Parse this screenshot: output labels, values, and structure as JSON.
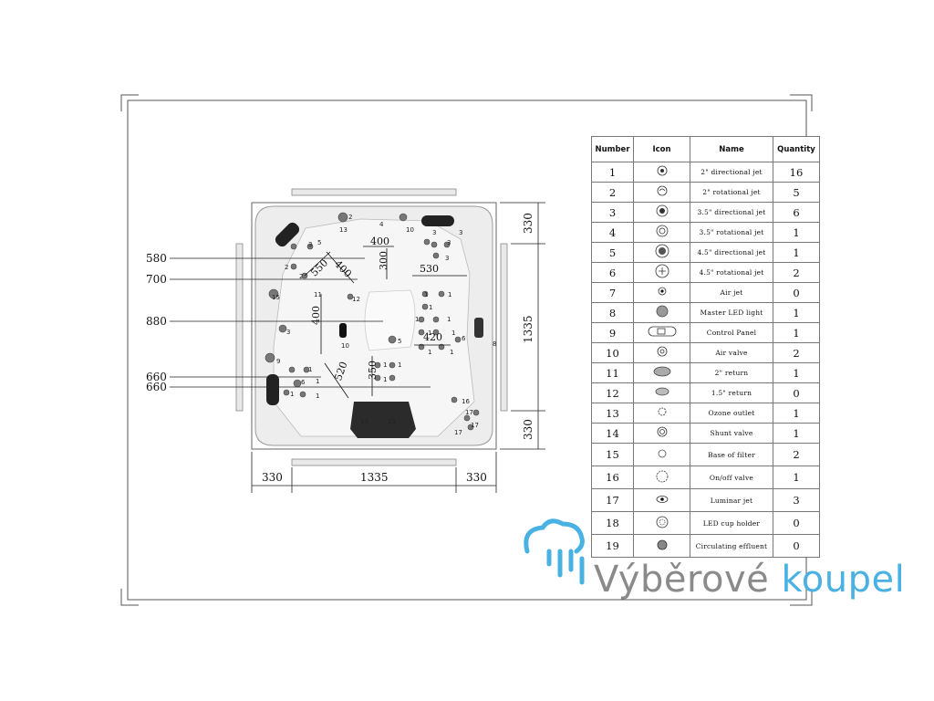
{
  "diagram": {
    "dimensions": {
      "bottom": [
        "330",
        "1335",
        "330"
      ],
      "right": [
        "330",
        "1335",
        "330"
      ],
      "left": [
        "580",
        "700",
        "880",
        "660",
        "660"
      ],
      "inner": [
        "400",
        "550",
        "400",
        "300",
        "530",
        "400",
        "420",
        "520",
        "350"
      ]
    },
    "jet_labels": [
      {
        "t": "1"
      },
      {
        "t": "1"
      },
      {
        "t": "1"
      },
      {
        "t": "1"
      },
      {
        "t": "1"
      },
      {
        "t": "1"
      },
      {
        "t": "1"
      },
      {
        "t": "1"
      },
      {
        "t": "1"
      },
      {
        "t": "1"
      },
      {
        "t": "1"
      },
      {
        "t": "1"
      },
      {
        "t": "1"
      },
      {
        "t": "1"
      },
      {
        "t": "1"
      },
      {
        "t": "1"
      },
      {
        "t": "2"
      },
      {
        "t": "2"
      },
      {
        "t": "2"
      },
      {
        "t": "3"
      },
      {
        "t": "3"
      },
      {
        "t": "3"
      },
      {
        "t": "3"
      },
      {
        "t": "3"
      },
      {
        "t": "3"
      },
      {
        "t": "4"
      },
      {
        "t": "5"
      },
      {
        "t": "5"
      },
      {
        "t": "6"
      },
      {
        "t": "6"
      },
      {
        "t": "8"
      },
      {
        "t": "9"
      },
      {
        "t": "10"
      },
      {
        "t": "10"
      },
      {
        "t": "11"
      },
      {
        "t": "12"
      },
      {
        "t": "13"
      },
      {
        "t": "14"
      },
      {
        "t": "15"
      },
      {
        "t": "15"
      },
      {
        "t": "16"
      },
      {
        "t": "17"
      },
      {
        "t": "17"
      },
      {
        "t": "17"
      }
    ]
  },
  "table": {
    "headers": {
      "number": "Number",
      "icon": "Icon",
      "name": "Name",
      "quantity": "Quantity"
    },
    "rows": [
      {
        "number": "1",
        "icon": "directional-jet-2in-icon",
        "name": "2\" directional jet",
        "quantity": "16"
      },
      {
        "number": "2",
        "icon": "rotational-jet-2in-icon",
        "name": "2\" rotational jet",
        "quantity": "5"
      },
      {
        "number": "3",
        "icon": "directional-jet-35in-icon",
        "name": "3.5\" directional jet",
        "quantity": "6"
      },
      {
        "number": "4",
        "icon": "rotational-jet-35in-icon",
        "name": "3.5\" rotational jet",
        "quantity": "1"
      },
      {
        "number": "5",
        "icon": "directional-jet-45in-icon",
        "name": "4.5\" directional jet",
        "quantity": "1"
      },
      {
        "number": "6",
        "icon": "rotational-jet-45in-icon",
        "name": "4.5\" rotational jet",
        "quantity": "2"
      },
      {
        "number": "7",
        "icon": "air-jet-icon",
        "name": "Air jet",
        "quantity": "0"
      },
      {
        "number": "8",
        "icon": "master-led-light-icon",
        "name": "Master LED light",
        "quantity": "1"
      },
      {
        "number": "9",
        "icon": "control-panel-icon",
        "name": "Control Panel",
        "quantity": "1"
      },
      {
        "number": "10",
        "icon": "air-valve-icon",
        "name": "Air valve",
        "quantity": "2"
      },
      {
        "number": "11",
        "icon": "return-2in-icon",
        "name": "2\"  return",
        "quantity": "1"
      },
      {
        "number": "12",
        "icon": "return-15in-icon",
        "name": "1.5\"  return",
        "quantity": "0"
      },
      {
        "number": "13",
        "icon": "ozone-outlet-icon",
        "name": "Ozone outlet",
        "quantity": "1"
      },
      {
        "number": "14",
        "icon": "shunt-valve-icon",
        "name": "Shunt valve",
        "quantity": "1"
      },
      {
        "number": "15",
        "icon": "base-of-filter-icon",
        "name": "Base of filter",
        "quantity": "2"
      },
      {
        "number": "16",
        "icon": "on-off-valve-icon",
        "name": "On/off  valve",
        "quantity": "1"
      },
      {
        "number": "17",
        "icon": "luminar-jet-icon",
        "name": "Luminar jet",
        "quantity": "3"
      },
      {
        "number": "18",
        "icon": "led-cup-holder-icon",
        "name": "LED cup holder",
        "quantity": "0"
      },
      {
        "number": "19",
        "icon": "circulating-effluent-icon",
        "name": "Circulating effluent",
        "quantity": "0"
      }
    ]
  },
  "brand": {
    "word1": "Výběrové",
    "word2": "koupel"
  },
  "colors": {
    "brand_gray": "#8a8a8a",
    "brand_blue": "#49b2e3",
    "line": "#333333"
  }
}
